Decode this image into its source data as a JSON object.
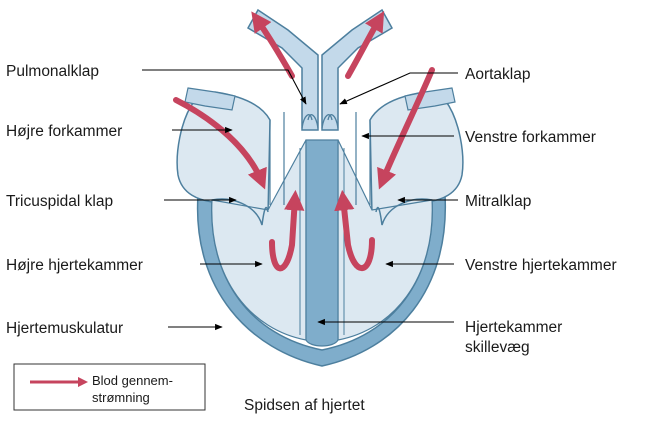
{
  "diagram": {
    "labels_left": {
      "pulmonary_valve": "Pulmonalklap",
      "right_atrium": "Højre forkammer",
      "tricuspid_valve": "Tricuspidal klap",
      "right_ventricle": "Højre hjertekammer",
      "myocardium": "Hjertemuskulatur"
    },
    "labels_right": {
      "aortic_valve": "Aortaklap",
      "left_atrium": "Venstre forkammer",
      "mitral_valve": "Mitralklap",
      "left_ventricle": "Venstre hjertekammer",
      "septum_line1": "Hjertekammer",
      "septum_line2": "skillevæg"
    },
    "apex_label": "Spidsen af hjertet",
    "legend": {
      "line1": "Blod gennem-",
      "line2": "strømning"
    },
    "colors": {
      "heart_fill": "#dce8f1",
      "wall_outline": "#4d7f9e",
      "muscle": "#7fadcb",
      "vessel_fill": "#c3d9ea",
      "flow_arrow": "#c6445e"
    }
  }
}
